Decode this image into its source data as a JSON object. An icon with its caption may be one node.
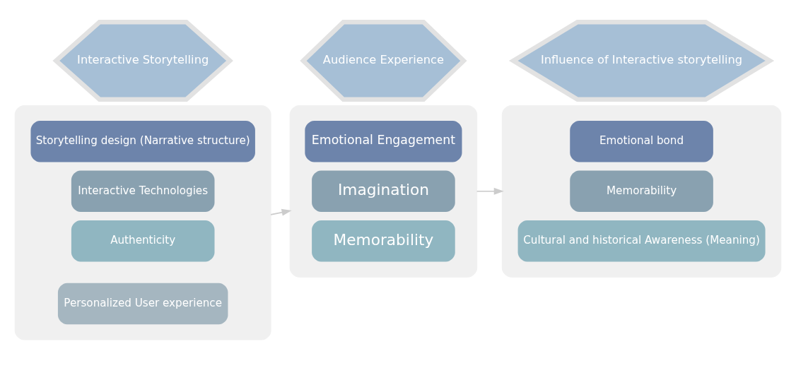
{
  "diagram": {
    "nodes": [
      {
        "text": [
          "Interactive Storytelling"
        ]
      },
      {
        "text": [],
        "shape": "box"
      },
      {
        "text": [
          "Storytelling design (Narrative structure)"
        ],
        "in": 1
      },
      {
        "text": [
          "Interactive Technologies"
        ],
        "in": 1
      },
      {
        "text": [
          "Authenticity"
        ],
        "in": 1
      },
      {
        "text": [
          "Personalized User experience"
        ],
        "in": 1
      },
      {
        "text": [
          "Audience Experience"
        ]
      },
      {
        "text": [],
        "shape": "box"
      },
      {
        "text": [
          "Emotional Engagement"
        ],
        "in": 7
      },
      {
        "text": [
          "Imagination"
        ],
        "in": 7
      },
      {
        "text": [
          "Memorability"
        ],
        "in": 7
      },
      {
        "text": [
          "Influence of Interactive storytelling"
        ]
      },
      {
        "text": [],
        "shape": "box"
      },
      {
        "text": [
          "Emotional bond"
        ],
        "in": 12
      },
      {
        "text": [
          "Memorability"
        ],
        "in": 12
      },
      {
        "text": [
          "Cultural and historical Awareness (Meaning)"
        ],
        "in": 12
      }
    ],
    "edges": [
      {
        "from": 1,
        "to": 7,
        "arrow": "to"
      },
      {
        "from": 7,
        "to": 12,
        "arrow": "to"
      }
    ]
  }
}
